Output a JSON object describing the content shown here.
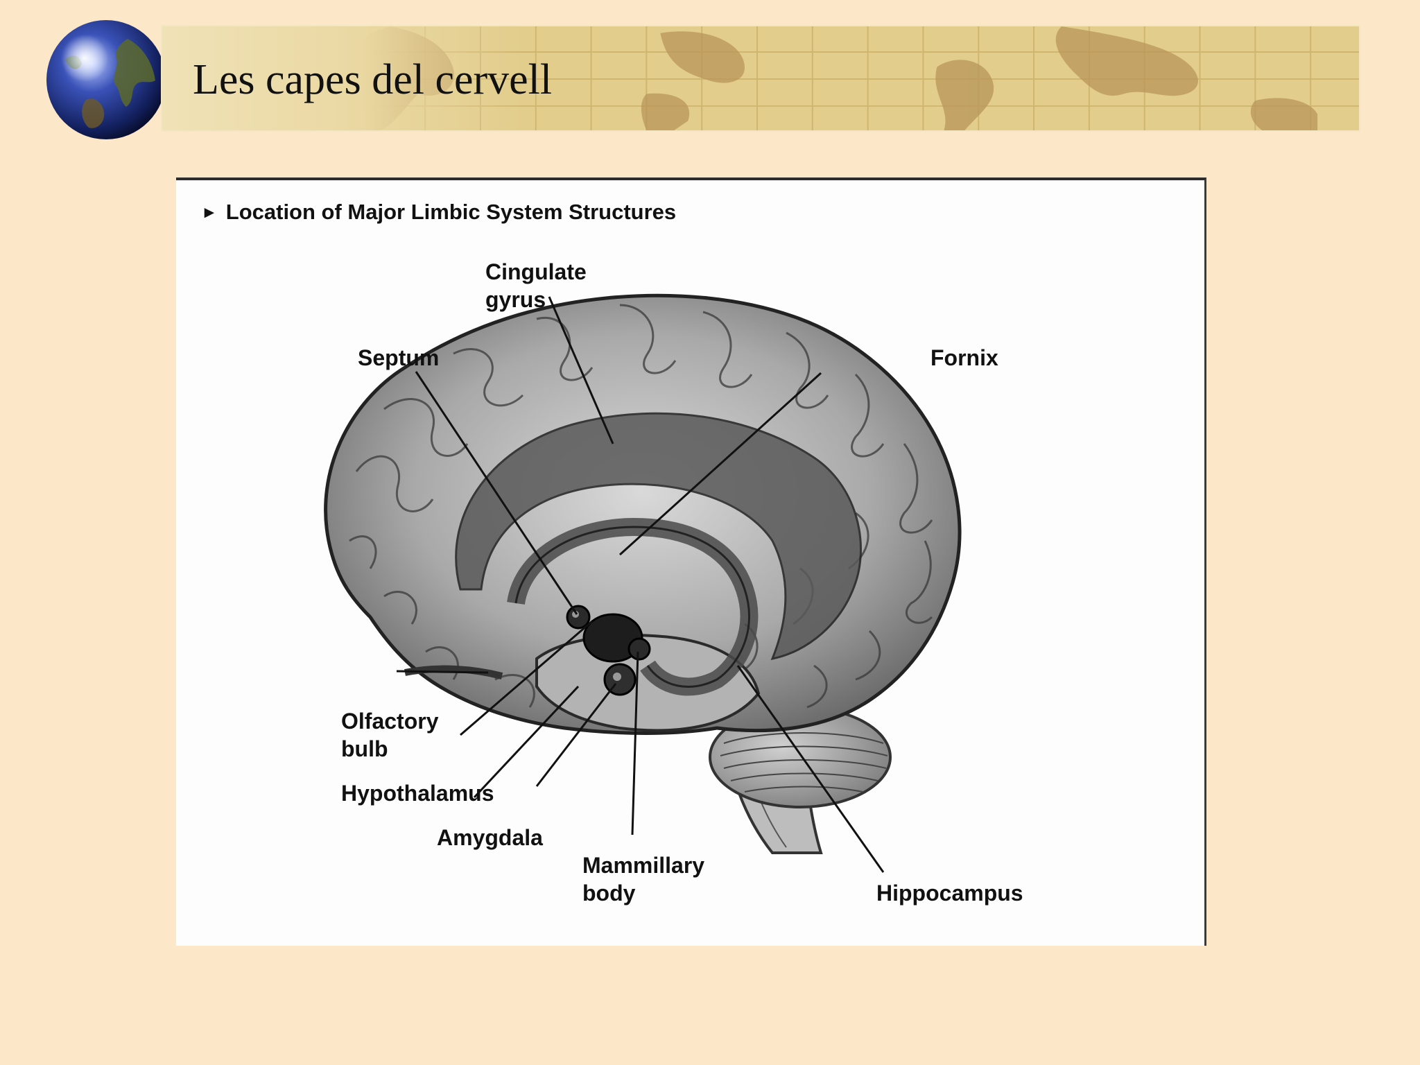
{
  "slide": {
    "title": "Les capes del cervell"
  },
  "figure": {
    "heading": "Location of Major Limbic System Structures",
    "labels": {
      "cingulate_l1": "Cingulate",
      "cingulate_l2": "gyrus",
      "septum": "Septum",
      "fornix": "Fornix",
      "olfactory_l1": "Olfactory",
      "olfactory_l2": "bulb",
      "hypothalamus": "Hypothalamus",
      "amygdala": "Amygdala",
      "mammillary_l1": "Mammillary",
      "mammillary_l2": "body",
      "hippocampus": "Hippocampus"
    }
  },
  "colors": {
    "background": "#fde7c9",
    "title_band": "#e2cd8c",
    "figure_background": "#fdfdfd"
  }
}
